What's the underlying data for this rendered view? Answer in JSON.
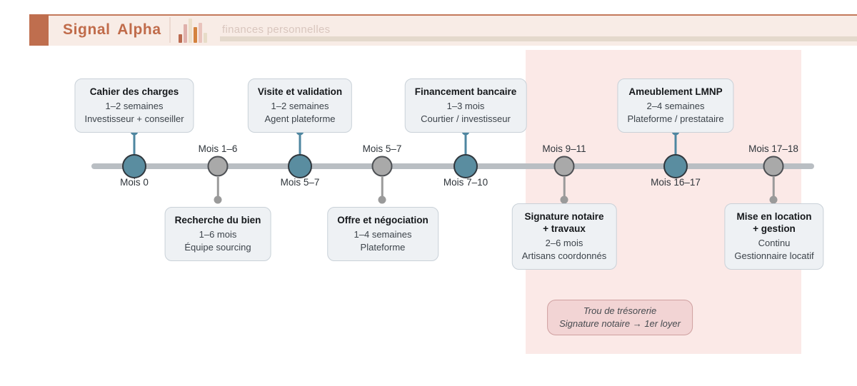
{
  "header": {
    "brand": "Signal Alpha",
    "subtitle": "finances personnelles",
    "logo_icon": "bar-chart-icon",
    "accent_color": "#c0714f",
    "strip_color": "#f8ece6"
  },
  "colors": {
    "teal_node": "#5a8da0",
    "gray_node": "#a9a9a9",
    "timeline_bar": "#b9bec3",
    "card_background": "#eef1f4",
    "highlight_region": "#fbe9e7",
    "annotation_background": "#f2d4d4"
  },
  "timeline": {
    "nodes": [
      {
        "label": "Mois 0",
        "type": "teal",
        "label_position": "below"
      },
      {
        "label": "Mois 1–6",
        "type": "gray",
        "label_position": "above"
      },
      {
        "label": "Mois 5–7",
        "type": "teal",
        "label_position": "below"
      },
      {
        "label": "Mois 5–7",
        "type": "gray",
        "label_position": "above"
      },
      {
        "label": "Mois 7–10",
        "type": "teal",
        "label_position": "below"
      },
      {
        "label": "Mois 9–11",
        "type": "gray",
        "label_position": "above"
      },
      {
        "label": "Mois 16–17",
        "type": "teal",
        "label_position": "below"
      },
      {
        "label": "Mois 17–18",
        "type": "gray",
        "label_position": "above"
      }
    ],
    "cards_top": [
      {
        "title": "Cahier des charges",
        "duration": "1–2 semaines",
        "actor": "Investisseur + conseiller"
      },
      {
        "title": "Visite et validation",
        "duration": "1–2 semaines",
        "actor": "Agent plateforme"
      },
      {
        "title": "Financement bancaire",
        "duration": "1–3 mois",
        "actor": "Courtier / investisseur"
      },
      {
        "title": "Ameublement LMNP",
        "duration": "2–4 semaines",
        "actor": "Plateforme / prestataire"
      }
    ],
    "cards_bottom": [
      {
        "title": "Recherche du bien",
        "duration": "1–6 mois",
        "actor": "Équipe sourcing"
      },
      {
        "title": "Offre et négociation",
        "duration": "1–4 semaines",
        "actor": "Plateforme"
      },
      {
        "title": "Signature notaire\n+ travaux",
        "duration": "2–6 mois",
        "actor": "Artisans coordonnés"
      },
      {
        "title": "Mise en location\n+ gestion",
        "duration": "Continu",
        "actor": "Gestionnaire locatif"
      }
    ]
  },
  "annotation": {
    "line1": "Trou de trésorerie",
    "line2": "Signature notaire → 1er loyer"
  }
}
